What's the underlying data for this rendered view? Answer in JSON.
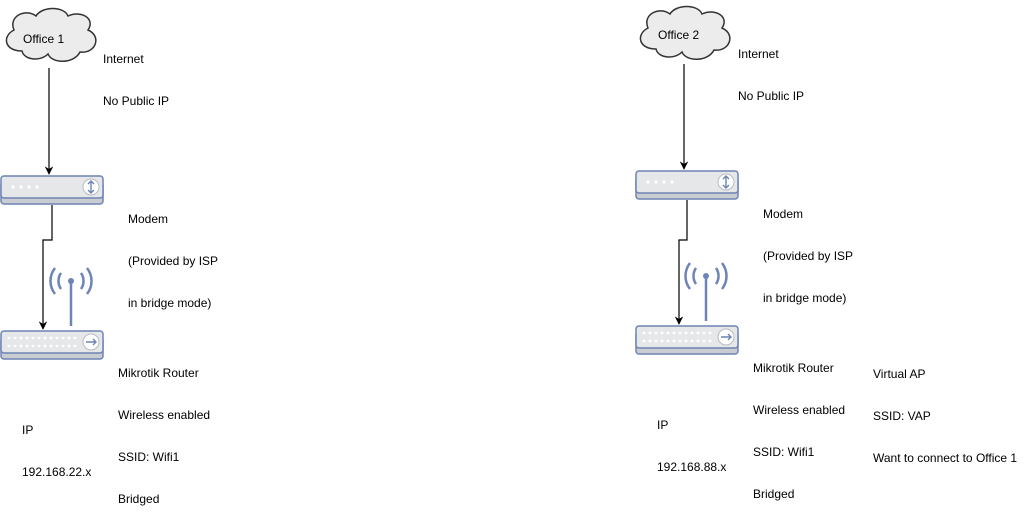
{
  "colors": {
    "device_fill": "#e6e7e8",
    "device_stroke": "#6d84b4",
    "cloud_fill": "#ececec",
    "cloud_stroke": "#333333",
    "connector": "#000000"
  },
  "office1": {
    "cloud_label": "Office 1",
    "internet_label": [
      "Internet",
      "No Public IP"
    ],
    "modem_label": [
      "Modem",
      "(Provided by ISP",
      "in bridge mode)"
    ],
    "router_label": [
      "Mikrotik Router",
      "Wireless enabled",
      "SSID: Wifi1",
      "Bridged"
    ],
    "ip_label": [
      "IP",
      "192.168.22.x"
    ]
  },
  "office2": {
    "cloud_label": "Office 2",
    "internet_label": [
      "Internet",
      "No Public IP"
    ],
    "modem_label": [
      "Modem",
      "(Provided by ISP",
      "in bridge mode)"
    ],
    "router_label": [
      "Mikrotik Router",
      "Wireless enabled",
      "SSID: Wifi1",
      "Bridged"
    ],
    "ip_label": [
      "IP",
      "192.168.88.x"
    ],
    "virtual_ap_label": [
      "Virtual AP",
      "SSID: VAP",
      "Want to connect to Office 1"
    ]
  }
}
